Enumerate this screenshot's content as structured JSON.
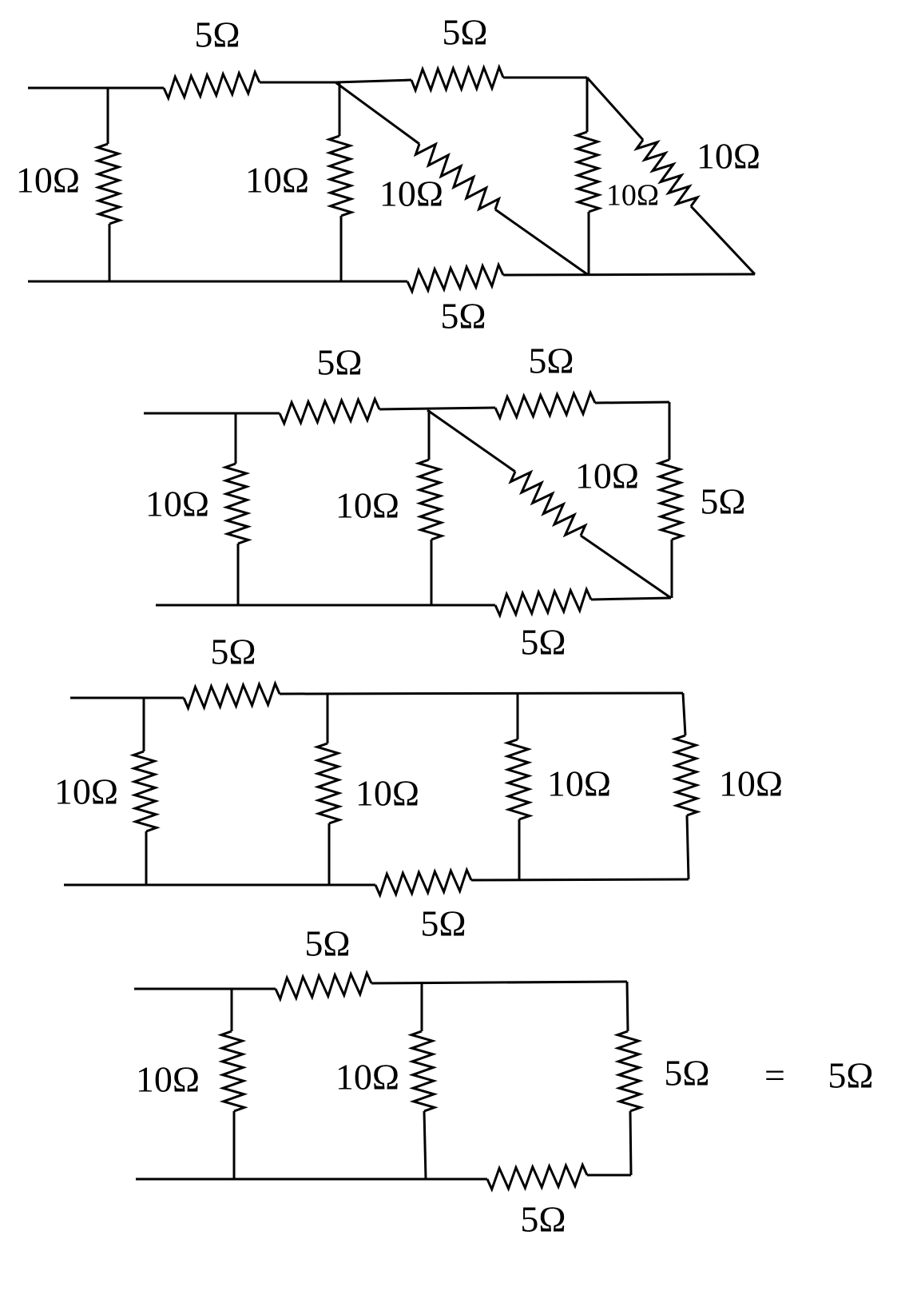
{
  "circuit1": {
    "labels": [
      "5Ω",
      "5Ω",
      "10Ω",
      "10Ω",
      "10Ω",
      "10Ω",
      "10Ω",
      "5Ω"
    ]
  },
  "circuit2": {
    "labels": [
      "5Ω",
      "5Ω",
      "10Ω",
      "10Ω",
      "10Ω",
      "5Ω",
      "5Ω"
    ]
  },
  "circuit3": {
    "labels": [
      "5Ω",
      "10Ω",
      "10Ω",
      "10Ω",
      "10Ω",
      "5Ω"
    ]
  },
  "circuit4": {
    "labels": [
      "5Ω",
      "10Ω",
      "10Ω",
      "5Ω",
      "5Ω"
    ],
    "equals": "=",
    "result": "5Ω"
  },
  "colors": {
    "line": "#000000",
    "background": "#ffffff"
  }
}
